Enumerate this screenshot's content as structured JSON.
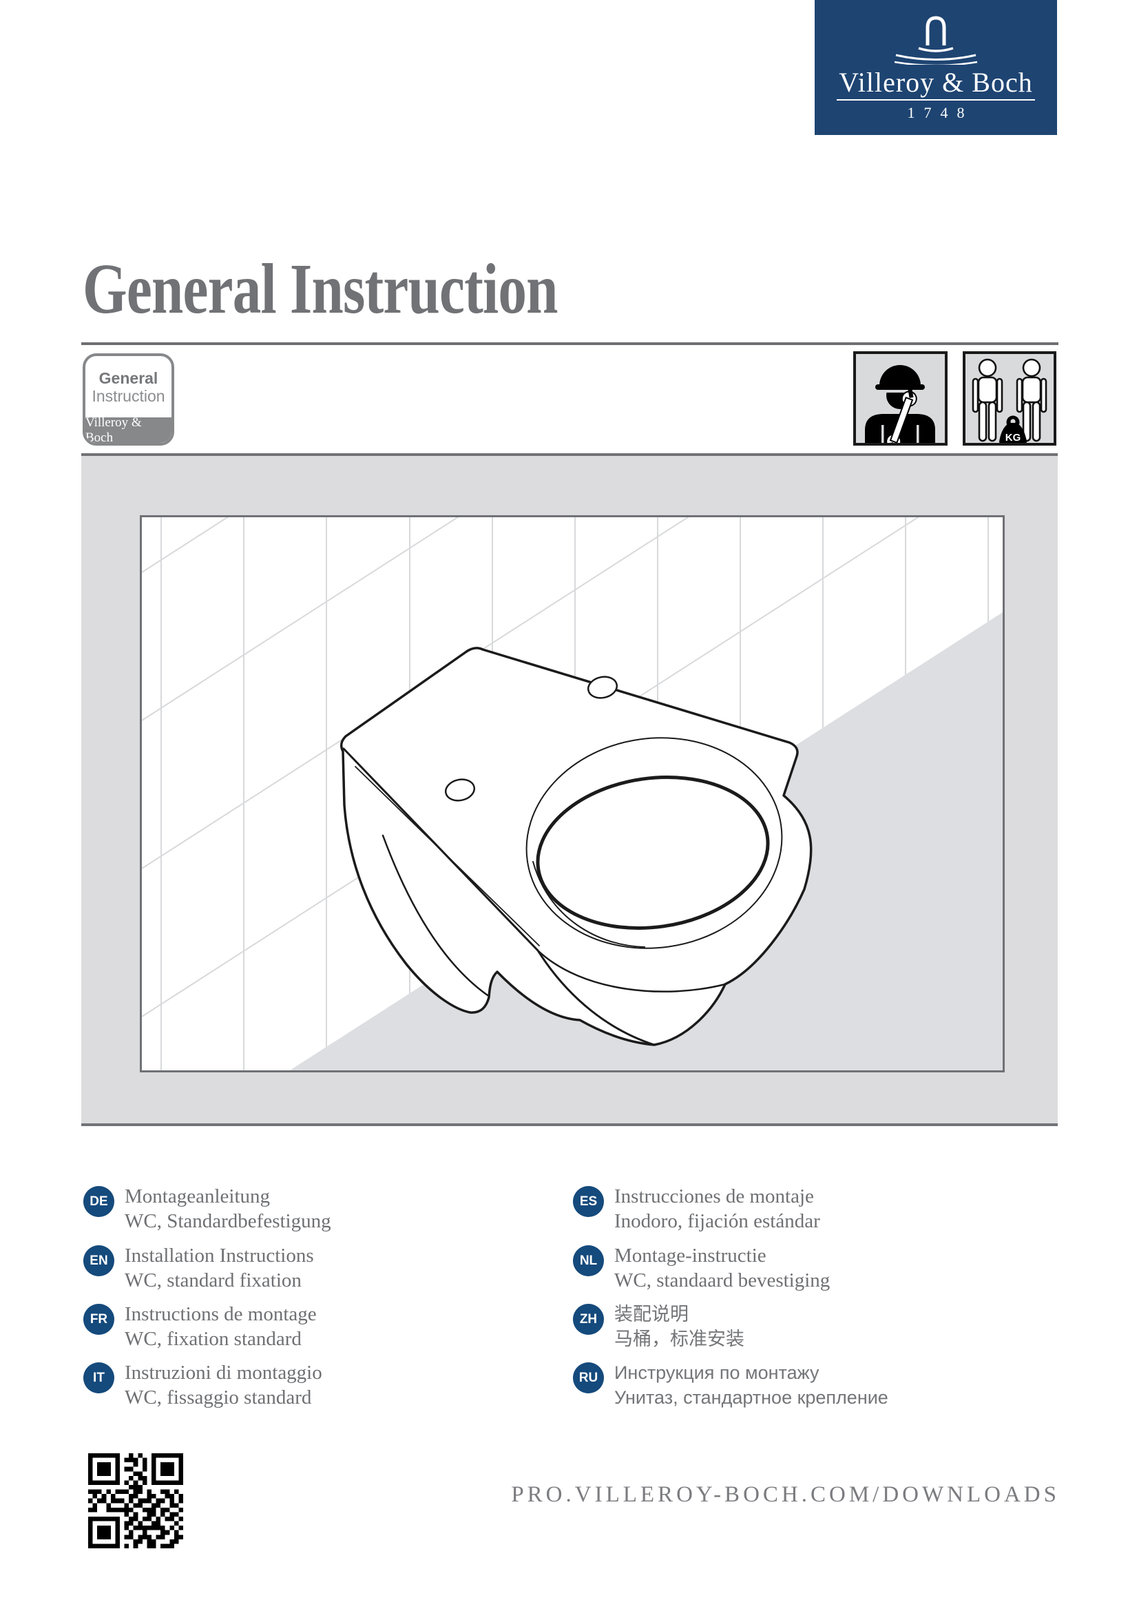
{
  "logo": {
    "brand": "Villeroy & Boch",
    "year": "1748",
    "icon": "faucet-ripples-icon"
  },
  "title": "General Instruction",
  "title_badge": {
    "line1": "General",
    "line2": "Instruction",
    "brand": "Villeroy & Boch"
  },
  "pictograms": {
    "installer": "professional-installer-icon",
    "lift": "two-person-lift-icon",
    "kg_label": "KG"
  },
  "illustration": {
    "subject": "wall-hung WC, isometric line drawing on tiled wall"
  },
  "languages": [
    {
      "code": "DE",
      "line1": "Montageanleitung",
      "line2": "WC, Standardbefestigung"
    },
    {
      "code": "EN",
      "line1": "Installation Instructions",
      "line2": "WC, standard fixation"
    },
    {
      "code": "FR",
      "line1": "Instructions de montage",
      "line2": "WC, fixation standard"
    },
    {
      "code": "IT",
      "line1": "Instruzioni di montaggio",
      "line2": "WC, fissaggio standard"
    },
    {
      "code": "ES",
      "line1": "Instrucciones de montaje",
      "line2": "Inodoro, fijación estándar"
    },
    {
      "code": "NL",
      "line1": "Montage-instructie",
      "line2": "WC, standaard bevestiging"
    },
    {
      "code": "ZH",
      "line1": "装配说明",
      "line2": "马桶，标准安装"
    },
    {
      "code": "RU",
      "line1": "Инструкция по монтажу",
      "line2": "Унитаз, стандартное крепление"
    }
  ],
  "footer": {
    "url": "PRO.VILLEROY-BOCH.COM/DOWNLOADS"
  },
  "qr": {
    "label": "qr-code",
    "rows": [
      "111111100101001111111",
      "100000101110101000001",
      "101110100010101011101",
      "101110101100101011101",
      "101110100011001011101",
      "100000100101101000001",
      "111111101010101111111",
      "000000000111000000000",
      "111010111011010011010",
      "010101000110011001101",
      "101101110101110110101",
      "010010001011001100110",
      "110011111100111011001",
      "000000001010011010110",
      "111111100110110101101",
      "100000101101001100010",
      "101110101011111110101",
      "101110100100100011010",
      "101110101101110110011",
      "100000100011011000110",
      "111111101010011011100"
    ]
  },
  "colors": {
    "brand_blue": "#1e4472",
    "badge_blue": "#154a7c",
    "panel_grey": "#dcdcde",
    "floor_grey": "#dcdee1",
    "rule_grey": "#6e6f72",
    "text_grey": "#6f7073"
  }
}
